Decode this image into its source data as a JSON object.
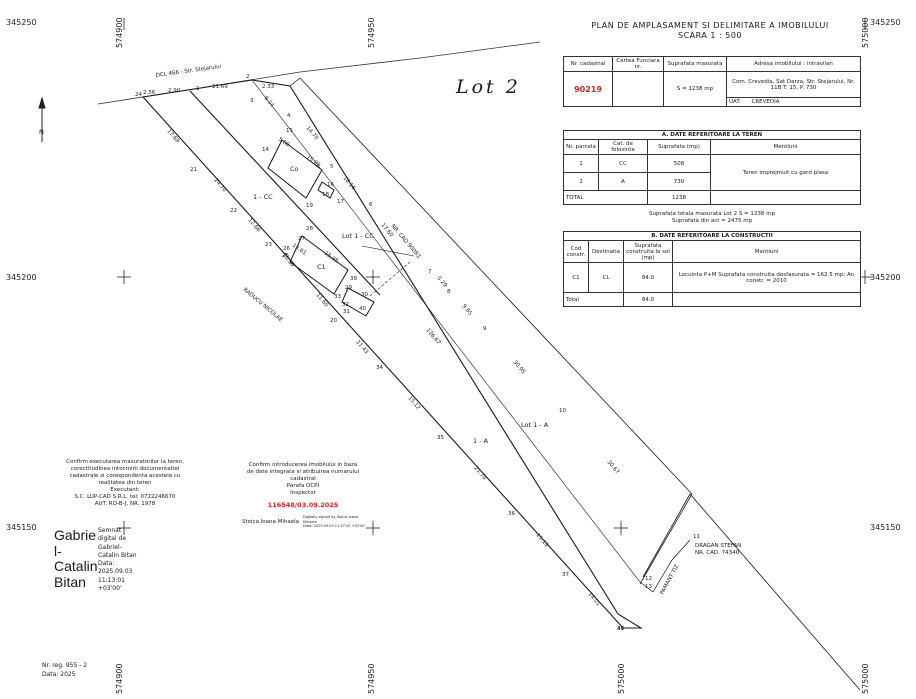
{
  "title": {
    "line1": "PLAN DE AMPLASAMENT SI DELIMITARE A IMOBILULUI",
    "line2": "SCARA 1 : 500"
  },
  "lot_label": "Lot 2",
  "grid": {
    "y_labels": [
      "345250",
      "345200",
      "345150"
    ],
    "x_labels": [
      "574900",
      "574950",
      "575000"
    ]
  },
  "header_table": {
    "col_nr_cadastral": "Nr. cadastral",
    "col_cartea": "Cartea Funciara nr.",
    "col_suprafata": "Suprafata masurata",
    "col_adresa": "Adresa imobilului : intravilan",
    "nr_cadastral": "90219",
    "suprafata": "S = 1238 mp",
    "adresa": "Com. Crevedia, Sat Darza, Str. Stejarului, Nr. 11B T. 15, P. 730",
    "uat_label": "UAT:",
    "uat_value": "CREVEDIA"
  },
  "table_a": {
    "heading": "A. DATE REFERITOARE LA TEREN",
    "col_parcela": "Nr. parcela",
    "col_categorie": "Cat. de folosinta",
    "col_suprafata": "Suprafata (mp)",
    "col_mentiuni": "Mentiuni",
    "rows": [
      {
        "parcela": "1",
        "categorie": "CC",
        "suprafata": "508"
      },
      {
        "parcela": "2",
        "categorie": "A",
        "suprafata": "730"
      }
    ],
    "mentiuni": "Teren imprejmuit cu gard plasa",
    "total_label": "TOTAL",
    "total_value": "1238",
    "note1": "Suprafata totala masurata Lot 2 S = 1238 mp",
    "note2": "Suprafata din act = 2475 mp"
  },
  "table_b": {
    "heading": "B. DATE REFERITOARE LA CONSTRUCTII",
    "col_cod": "Cod constr.",
    "col_destinatia": "Destinatia",
    "col_suprafata": "Suprafata construita la sol (mp)",
    "col_mentiuni": "Mentiuni",
    "row": {
      "cod": "C1",
      "destinatia": "CL",
      "suprafata": "84.0",
      "mentiuni": "Locuinta P+M Suprafata construita desfasurata = 162.5 mp; An constr. = 2010"
    },
    "total_label": "Total",
    "total_value": "84.0"
  },
  "map_labels": {
    "road": "DCL 466 - Str. Stejarului",
    "parcel_cc": "1 - CC",
    "parcel_a": "1 - A",
    "lot1_cc": "Lot 1 - CC",
    "lot1_a": "Lot 1 - A",
    "co": "Co",
    "c1": "C1",
    "nr_cad_side": "NR. CAD 90083",
    "neighbor_left": "RADUCU NICOLAE",
    "dragan_name": "DRAGAN STEFAN",
    "dragan_cad": "NR. CAD. 74340",
    "pamant_tiz": "PAMANT TIZ",
    "north": "N"
  },
  "confirm_left": {
    "line1": "Confirm executarea masuratorilor la teren,",
    "line2": "corectitudinea intocmirii documentatiei",
    "line3": "cadastrale si corespondenta acesteia cu",
    "line4": "realitatea din teren",
    "executant_label": "Executant:",
    "executant": "S.C. LUP-CAD S.R.L. tel: 0722246670",
    "autorizatie": "AUT. RO-B-J, NR. 1978"
  },
  "confirm_mid": {
    "line1": "Confirm introducerea imobilului in baza",
    "line2": "de date integrata si atribuirea numarului",
    "line3": "cadastral",
    "parafa": "Parafa OCPI",
    "inspector": "Inspector",
    "stamp": "116548/03.09.2025",
    "signer": "Stoica Ioana Mihaela",
    "signer_note1": "Digitally signed by Stoica Ioana",
    "signer_note2": "Mihaela",
    "signer_note3": "Date: 2025.09.03 11:57:20 +03'00'"
  },
  "signature": {
    "name_lines": [
      "Gabrie",
      "l-",
      "Catalin",
      "Bitan"
    ],
    "info_lines": [
      "Semnat",
      "digital de",
      "Gabriel-",
      "Catalin Bitan",
      "Data:",
      "2025.09.03",
      "11:13:01",
      "+03'00'"
    ]
  },
  "footer": {
    "nr_reg": "Nr. reg. 955 - 2",
    "data": "Data: 2025"
  },
  "measurements": {
    "top": [
      "2.56",
      "2.90",
      "11.69",
      "2.33"
    ],
    "right_side": [
      "6.14",
      "14.70",
      "18.16",
      "17.60",
      "5.29",
      "9.85",
      "30.95",
      "30.67"
    ],
    "left_side": [
      "17.69",
      "24.70",
      "12.66",
      "10.50",
      "11.60",
      "11.43",
      "15.12",
      "21.70",
      "15.13",
      "14.01"
    ],
    "inner": [
      "136.67",
      "15.09",
      "5.00",
      "15.35",
      "13.61"
    ],
    "point_ids": [
      "24",
      "1",
      "2",
      "3",
      "4",
      "5",
      "6",
      "7",
      "8",
      "9",
      "10",
      "11",
      "12",
      "13",
      "14",
      "15",
      "16",
      "17",
      "18",
      "19",
      "20",
      "21",
      "22",
      "23",
      "25",
      "26",
      "27",
      "28",
      "29",
      "30",
      "31",
      "32",
      "33",
      "34",
      "35",
      "36",
      "37",
      "38",
      "39",
      "40",
      "41"
    ]
  },
  "colors": {
    "line": "#1a1a1a",
    "red_text": "#dd2222",
    "background": "#ffffff"
  }
}
